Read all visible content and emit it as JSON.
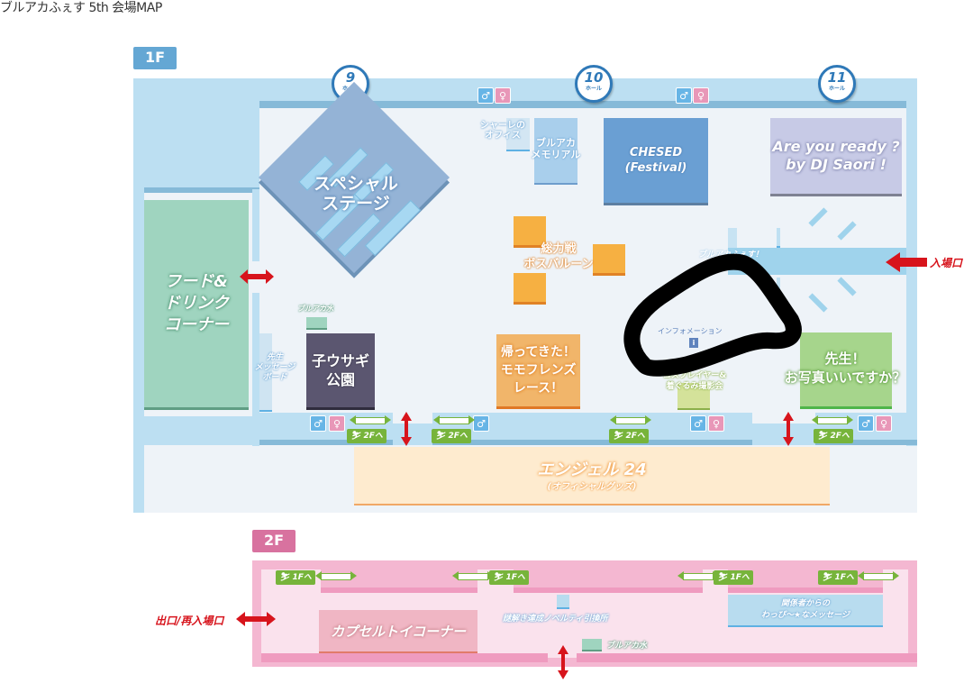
{
  "page_title": "ブルアカふぇす 5th 会場MAP",
  "floors": {
    "f1": {
      "label": "1F",
      "halls": [
        {
          "number": "9",
          "sub": "ホール"
        },
        {
          "number": "10",
          "sub": "ホール"
        },
        {
          "number": "11",
          "sub": "ホール"
        }
      ],
      "areas": {
        "special_stage": "スペシャル\nステージ",
        "schale_office": "シャーレの\nオフィス",
        "bluearchive_memorial": "ブルアカ\nメモリアル",
        "chesed": "CHESED\n(Festival)",
        "dj_saori": "Are you ready ?\nby DJ Saori !",
        "food_drink": "フード&\nドリンク\nコーナー",
        "total_war_boss": "総力戦\nボスバルーン",
        "bluearchive_fes_entrance": "ブルアカふぇす！",
        "bluearchive_water": "ブルアカ水",
        "sensei_message_board": "先生\nメッセージ\nボード",
        "kousagi_park": "子ウサギ\n公園",
        "momofriends_race": "帰ってきた！\nモモフレンズ\nレース！",
        "information": "インフォメーション",
        "cosplayer_photo": "コスプレイヤー&\n着ぐるみ撮影会",
        "sensei_photo": "先生！\nお写真いいですか？",
        "angel24": "エンジェル 24",
        "angel24_sub": "(オフィシャルグッズ)"
      },
      "escalator_label": "2Fへ",
      "entrance_label": "入場口"
    },
    "f2": {
      "label": "2F",
      "areas": {
        "capsule_toy": "カプセルトイコーナー",
        "novelty_exchange": "謎解き達成ノベルティ引換所",
        "bluearchive_water": "ブルアカ水",
        "staff_message": "関係者からの\nわっぴ〜★なメッセージ"
      },
      "escalator_label": "1Fへ",
      "exit_label": "出口/再入場口"
    }
  },
  "icons": {
    "toilet_male": "♂",
    "toilet_female": "♀",
    "info": "i",
    "escalator": "⛷"
  },
  "colors": {
    "floor1_accent": "#64a7d4",
    "floor2_accent": "#d8729f",
    "arrow_red": "#d7141c",
    "escalator_green": "#77b43b",
    "annotation_black": "#000000"
  }
}
